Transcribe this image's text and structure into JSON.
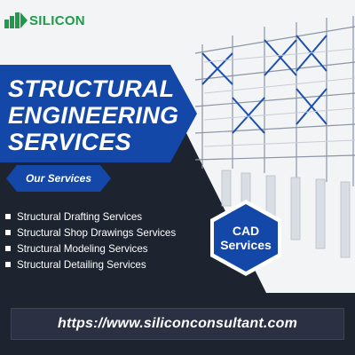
{
  "logo": {
    "text": "SILICON",
    "brand_color": "#1f9a4a"
  },
  "title": {
    "lines": [
      "STRUCTURAL",
      "ENGINEERING",
      "SERVICES"
    ]
  },
  "services_tag": "Our Services",
  "services": [
    "Structural Drafting Services",
    "Structural Shop Drawings Services",
    "Structural Modeling Services",
    "Structural Detailing Services"
  ],
  "cad_badge": {
    "line1": "CAD",
    "line2": "Services"
  },
  "url": "https://www.siliconconsultant.com",
  "colors": {
    "accent_blue": "#1347a8",
    "dark_bg": "#1e2330",
    "light_bg": "#f3f4f6"
  }
}
